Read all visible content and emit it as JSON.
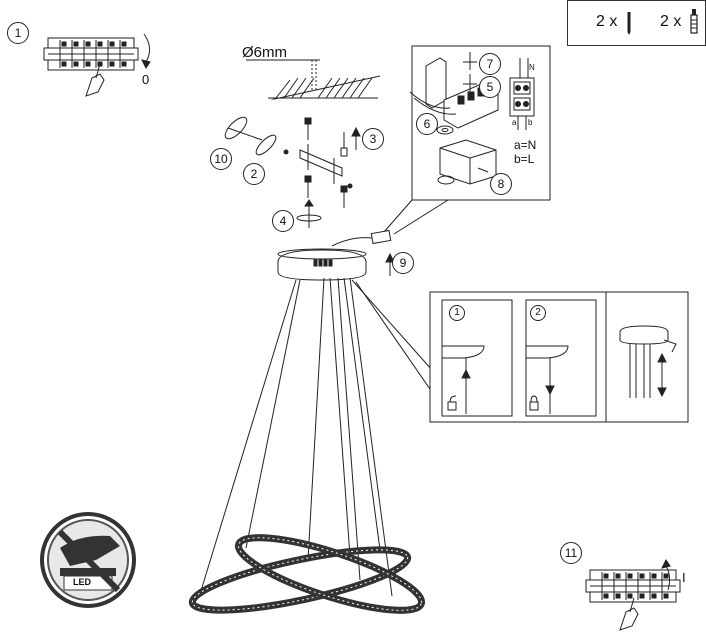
{
  "legend": {
    "screw_count": "2 x",
    "anchor_count": "2 x"
  },
  "drill": {
    "diameter_label": "Ø6mm"
  },
  "wiring": {
    "neutral_label": "a=N",
    "live_label": "b=L",
    "terminal_a": "a",
    "terminal_b": "b",
    "terminal_n": "N"
  },
  "switch": {
    "off_label": "0",
    "on_label": "I"
  },
  "badge": {
    "led_label": "LED"
  },
  "steps": {
    "s1": "1",
    "s2": "2",
    "s3": "3",
    "s4": "4",
    "s5": "5",
    "s6": "6",
    "s7": "7",
    "s8": "8",
    "s9": "9",
    "s10": "10",
    "s11": "11",
    "sub1": "1",
    "sub2": "2"
  }
}
